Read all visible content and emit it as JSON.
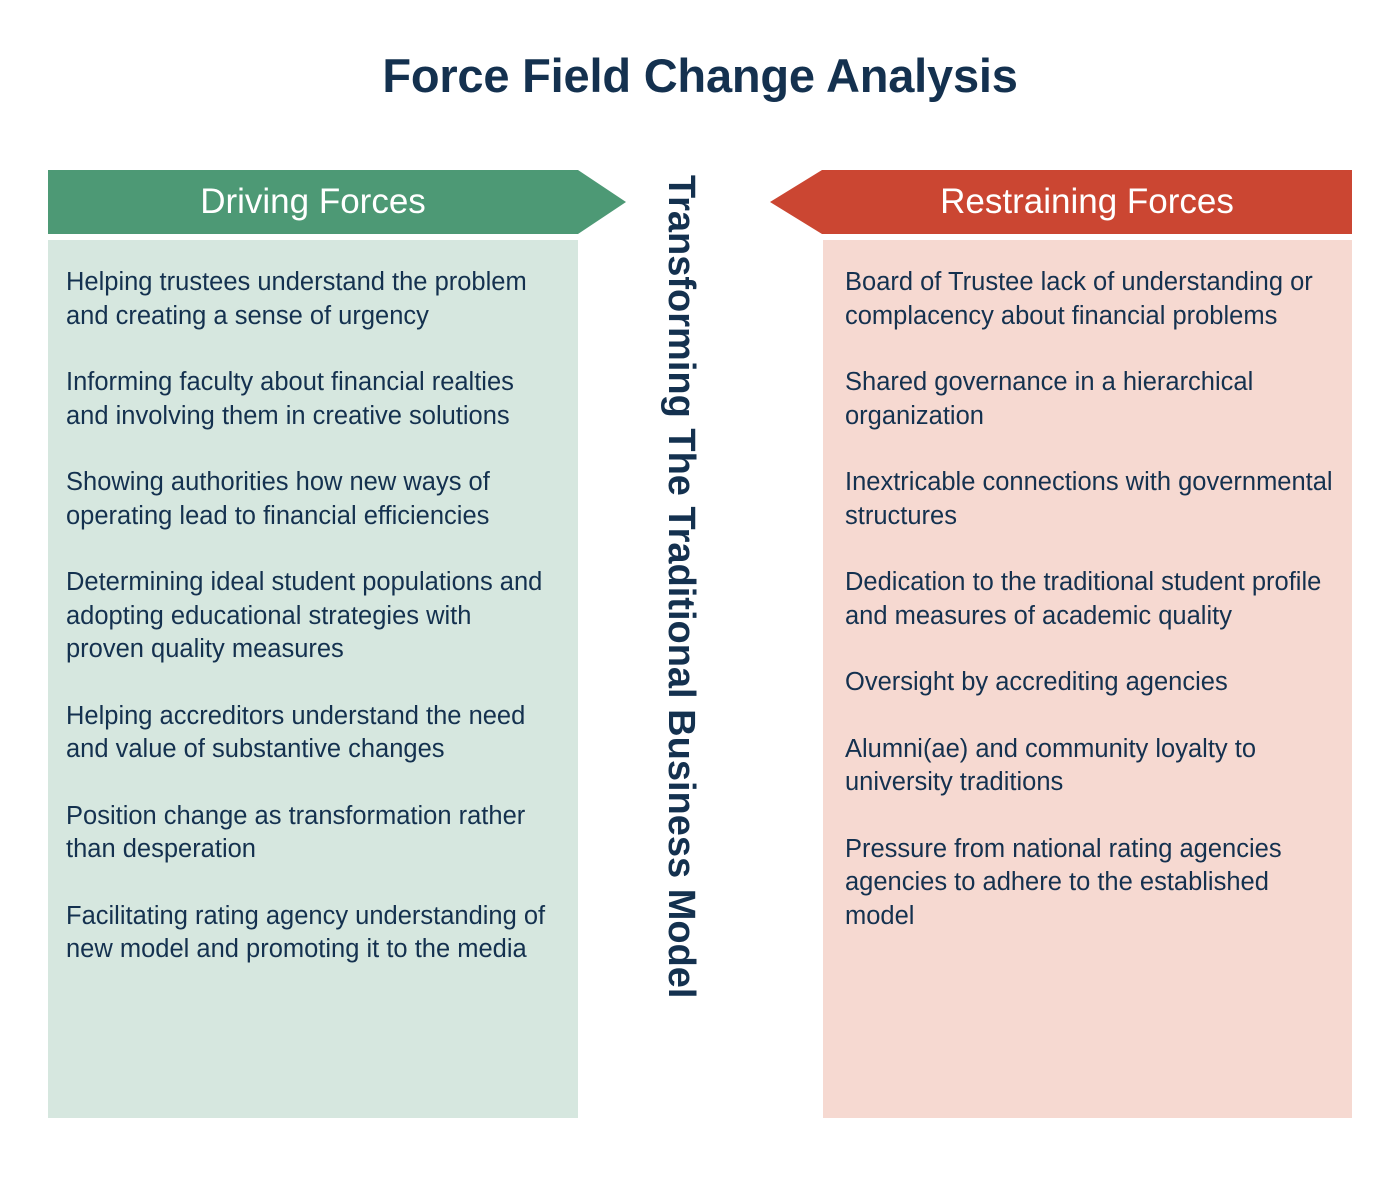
{
  "page": {
    "title": "Force Field Change Analysis",
    "center_axis_label": "Transforming The Traditional Business Model"
  },
  "colors": {
    "title_text": "#14314f",
    "driving_header_bg": "#4d9975",
    "driving_panel_bg": "#d6e7df",
    "restraining_header_bg": "#cb4632",
    "restraining_panel_bg": "#f6d9d1",
    "header_text": "#ffffff",
    "body_text": "#14314f",
    "page_bg": "#ffffff"
  },
  "driving": {
    "header_label": "Driving Forces",
    "arrow_direction": "right",
    "items": [
      "Helping trustees understand the problem and creating a sense of urgency",
      "Informing faculty about financial realties and involving them in creative solutions",
      "Showing authorities how new ways of operating lead to financial efficiencies",
      "Determining ideal student populations and adopting educational strategies with proven quality measures",
      "Helping accreditors understand the need and value of substantive changes",
      "Position change as transformation rather than desperation",
      "Facilitating rating agency understanding of new model and promoting it to the media"
    ]
  },
  "restraining": {
    "header_label": "Restraining Forces",
    "arrow_direction": "left",
    "items": [
      "Board of Trustee lack of understanding or complacency about financial problems",
      "Shared governance in a hierarchical organization",
      "Inextricable connections with governmental structures",
      "Dedication to the traditional student profile and measures of academic quality",
      "Oversight by accrediting agencies",
      "Alumni(ae) and community loyalty to university traditions",
      "Pressure from national rating agencies agencies to adhere to the established model"
    ]
  }
}
